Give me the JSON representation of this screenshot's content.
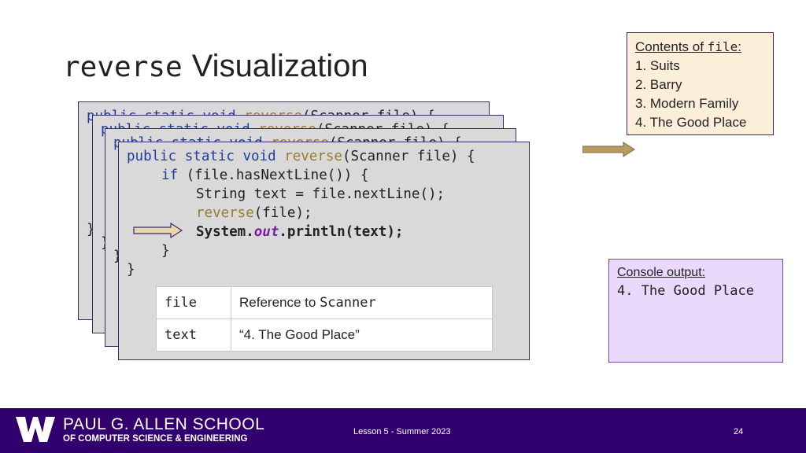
{
  "slide": {
    "title_code": "reverse",
    "title_text": "Visualization"
  },
  "contents_box": {
    "heading_prefix": "Contents of ",
    "heading_code": "file",
    "heading_suffix": ":",
    "items": [
      "1. Suits",
      "2. Barry",
      "3. Modern Family",
      "4. The Good Place"
    ]
  },
  "code": {
    "signature_prefix": "public static void ",
    "method_name": "reverse",
    "signature_suffix": "(Scanner file) {",
    "if_kw": "if",
    "if_rest": " (file.hasNextLine()) {",
    "line_string": "String text = file.nextLine();",
    "recursive_call_name": "reverse",
    "recursive_call_rest": "(file);",
    "print_prefix": "System.",
    "print_out": "out",
    "print_suffix": ".println(text);",
    "close_inner": "}",
    "close_outer": "}"
  },
  "variables": [
    {
      "name": "file",
      "value_text": "Reference to ",
      "value_code": "Scanner"
    },
    {
      "name": "text",
      "value_code": "“4. The Good Place”"
    }
  ],
  "console": {
    "heading": "Console output:",
    "output": "4. The Good Place"
  },
  "footer": {
    "school_name": "PAUL G. ALLEN SCHOOL",
    "school_sub": "OF COMPUTER SCIENCE & ENGINEERING",
    "lesson": "Lesson 5 - Summer 2023",
    "page": "24"
  },
  "colors": {
    "keyword": "#1f3b9c",
    "method": "#9a7b2e",
    "out_field": "#7a1fa2",
    "footer_bg": "#32006e",
    "arrow_fill": "#d9c48a"
  }
}
